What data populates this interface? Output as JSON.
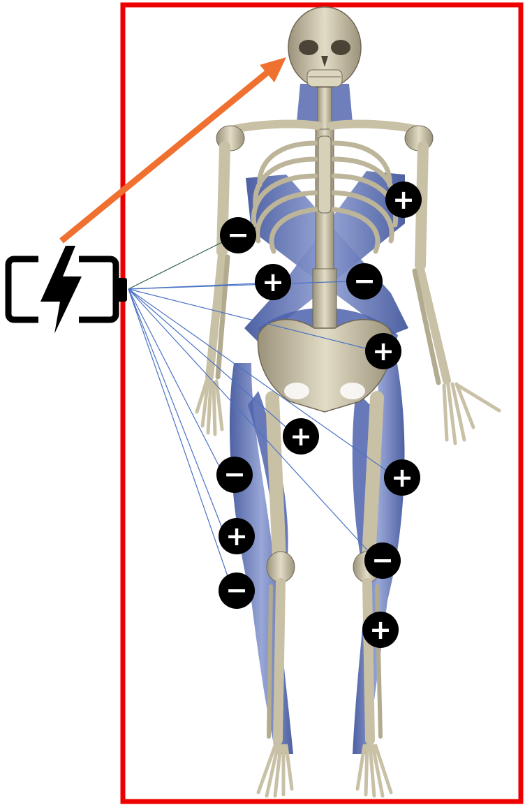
{
  "colors": {
    "frame": "#ee0000",
    "bone": "#cfc7ad",
    "bone_shadow": "#8a826b",
    "fascia": "#4a5fa8",
    "fascia_light": "#7f90c8",
    "arrow": "#f07030",
    "wire": "#4a72c4",
    "wire_dark": "#2f5a48",
    "electrode": "#000000",
    "electrode_symbol": "#ffffff"
  },
  "icons": {
    "battery": "battery-charging-icon",
    "arrow": "arrow-up-right-icon"
  },
  "electrodes": [
    {
      "id": "left-upper-chest",
      "polarity": "-",
      "symbol": "−"
    },
    {
      "id": "right-upper-chest",
      "polarity": "+",
      "symbol": "+"
    },
    {
      "id": "left-abdomen",
      "polarity": "+",
      "symbol": "+"
    },
    {
      "id": "right-abdomen",
      "polarity": "-",
      "symbol": "−"
    },
    {
      "id": "right-hip",
      "polarity": "+",
      "symbol": "+"
    },
    {
      "id": "inner-thigh",
      "polarity": "+",
      "symbol": "+"
    },
    {
      "id": "left-outer-thigh",
      "polarity": "-",
      "symbol": "−"
    },
    {
      "id": "right-outer-thigh",
      "polarity": "+",
      "symbol": "+"
    },
    {
      "id": "left-lower-thigh",
      "polarity": "+",
      "symbol": "+"
    },
    {
      "id": "right-knee",
      "polarity": "-",
      "symbol": "−"
    },
    {
      "id": "left-knee",
      "polarity": "-",
      "symbol": "−"
    },
    {
      "id": "right-calf",
      "polarity": "+",
      "symbol": "+"
    }
  ]
}
